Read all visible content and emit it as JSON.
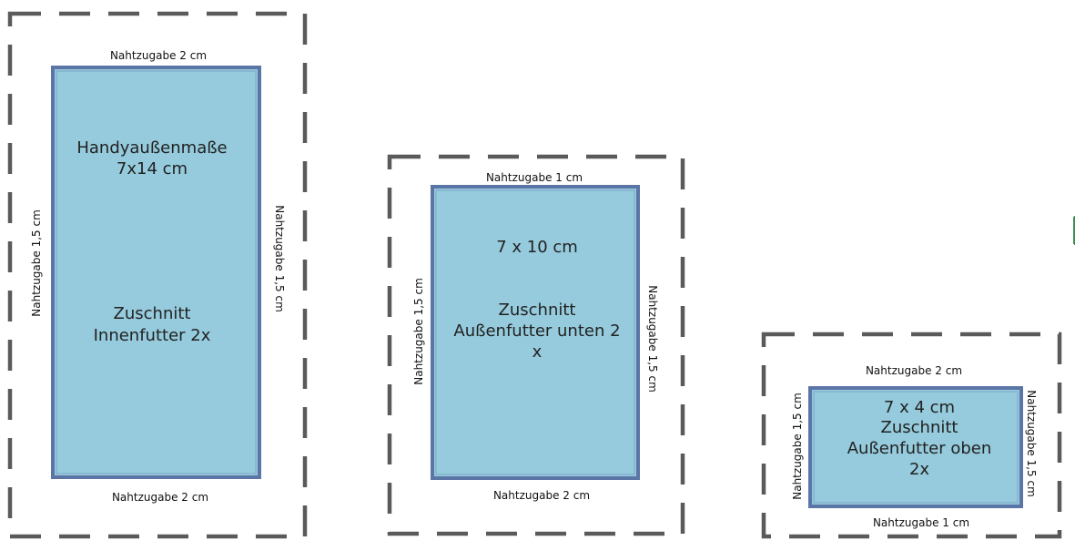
{
  "colors": {
    "panel_fill": "#95cbdc",
    "panel_border": "#5b76a6",
    "dash_stroke": "#5a5a5a",
    "edge_accent": "#3f8f55"
  },
  "pieces": [
    {
      "top_label": "Nahtzugabe 2 cm",
      "bottom_label": "Nahtzugabe 2 cm",
      "left_label": "Nahtzugabe 1,5 cm",
      "right_label": "Nahtzugabe 1,5 cm",
      "text_lines": [
        "Handyaußenmaße",
        "7x14 cm",
        "Zuschnitt",
        "Innenfutter 2x"
      ]
    },
    {
      "top_label": "Nahtzugabe 1 cm",
      "bottom_label": "Nahtzugabe 2 cm",
      "left_label": "Nahtzugabe 1,5 cm",
      "right_label": "Nahtzugabe 1,5 cm",
      "text_lines": [
        "7 x 10 cm",
        "Zuschnitt",
        "Außenfutter unten 2",
        "x"
      ]
    },
    {
      "top_label": "Nahtzugabe 2 cm",
      "bottom_label": "Nahtzugabe 1 cm",
      "left_label": "Nahtzugabe 1,5 cm",
      "right_label": "Nahtzugabe 1,5 cm",
      "text_lines": [
        "7 x 4 cm",
        "Zuschnitt",
        "Außenfutter oben",
        "2x"
      ]
    }
  ]
}
